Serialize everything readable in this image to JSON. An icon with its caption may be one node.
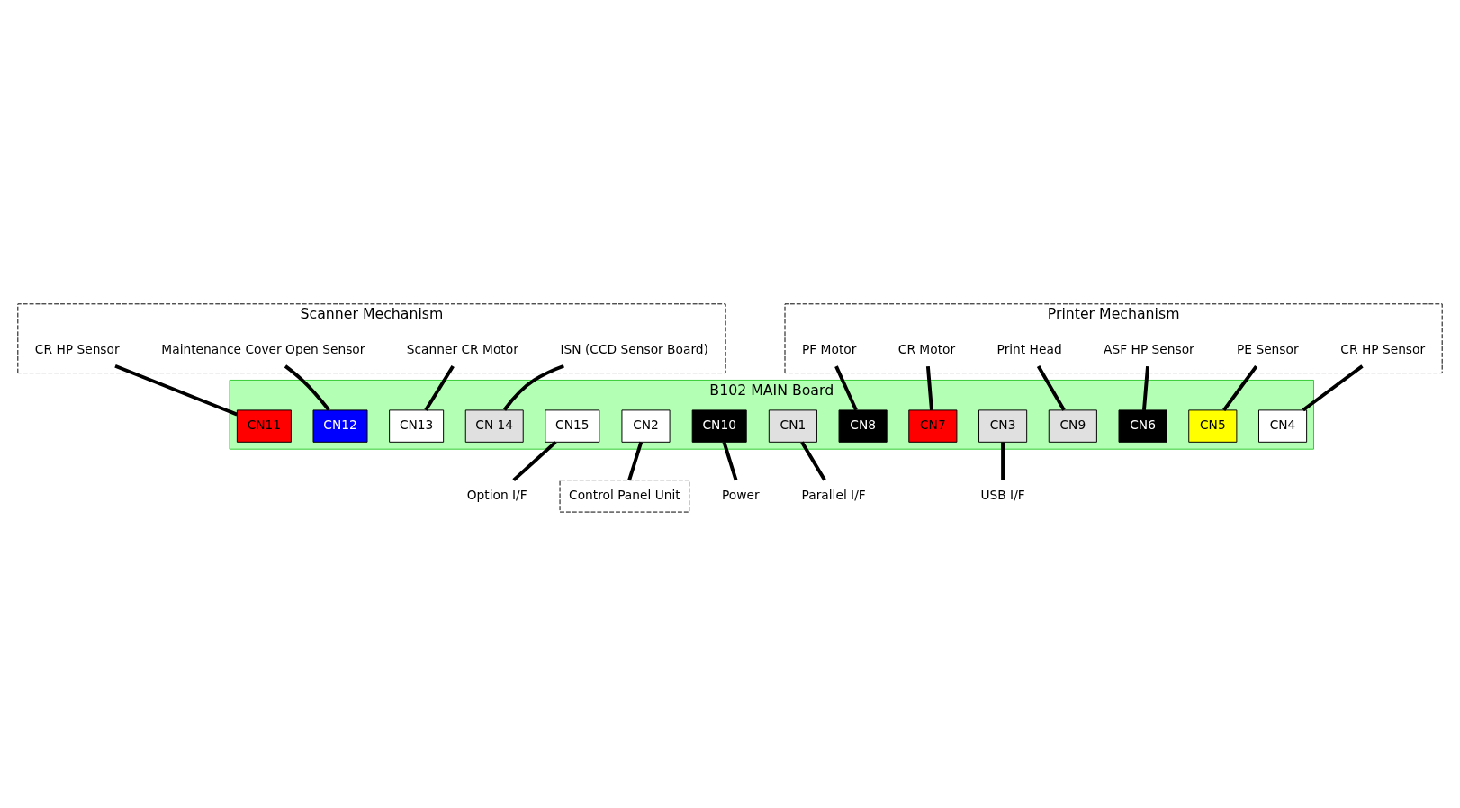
{
  "diagram": {
    "nodes": [
      {
        "text": [
          "Scanner Mechanism"
        ]
      },
      {
        "text": [
          "ISN (CCD Sensor Board)"
        ],
        "in": 0
      },
      {
        "text": [
          "Scanner CR Motor"
        ],
        "in": 0
      },
      {
        "text": [
          "Maintenance Cover Open Sensor"
        ],
        "in": 0
      },
      {
        "text": [
          "CR HP Sensor"
        ],
        "in": 0
      },
      {
        "text": [
          "Printer Mechanism"
        ]
      },
      {
        "text": [
          "CR HP Sensor"
        ],
        "in": 5
      },
      {
        "text": [
          "PE Sensor"
        ],
        "in": 5
      },
      {
        "text": [
          "ASF HP Sensor"
        ],
        "in": 5
      },
      {
        "text": [
          "Print Head"
        ],
        "in": 5
      },
      {
        "text": [
          "CR Motor"
        ],
        "in": 5
      },
      {
        "text": [
          "PF Motor"
        ],
        "in": 5
      },
      {
        "text": [
          "B102 MAIN Board"
        ]
      },
      {
        "text": [
          "CN 14"
        ],
        "in": 12
      },
      {
        "text": [
          "CN13"
        ],
        "in": 12
      },
      {
        "text": [
          "CN12"
        ],
        "in": 12
      },
      {
        "text": [
          "CN11"
        ],
        "in": 12
      },
      {
        "text": [
          "CN15"
        ],
        "in": 12
      },
      {
        "text": [
          "CN8"
        ],
        "in": 12
      },
      {
        "text": [
          "CN7"
        ],
        "in": 12
      },
      {
        "text": [
          "CN2"
        ],
        "in": 12
      },
      {
        "text": [
          "CN10"
        ],
        "in": 12
      },
      {
        "text": [
          "CN1"
        ],
        "in": 12
      },
      {
        "text": [
          "CN3"
        ],
        "in": 12
      },
      {
        "text": [
          "CN9"
        ],
        "in": 12
      },
      {
        "text": [
          "CN4"
        ],
        "in": 12
      },
      {
        "text": [
          "CN5"
        ],
        "in": 12
      },
      {
        "text": [
          "CN6"
        ],
        "in": 12
      },
      {
        "text": [
          "Option I/F"
        ]
      },
      {
        "text": [
          "Control Panel Unit"
        ]
      },
      {
        "text": [
          "Parallel I/F"
        ]
      },
      {
        "text": [
          "USB I/F"
        ]
      },
      {
        "text": [
          "Power"
        ]
      }
    ],
    "edges": [
      {
        "from": 1,
        "to": 13,
        "arrow": "none"
      },
      {
        "from": 2,
        "to": 14,
        "arrow": "none"
      },
      {
        "from": 3,
        "to": 15,
        "arrow": "none"
      },
      {
        "from": 4,
        "to": 16,
        "arrow": "none"
      },
      {
        "from": 6,
        "to": 25,
        "arrow": "none"
      },
      {
        "from": 7,
        "to": 26,
        "arrow": "none"
      },
      {
        "from": 8,
        "to": 27,
        "arrow": "none"
      },
      {
        "from": 9,
        "to": 24,
        "arrow": "none"
      },
      {
        "from": 10,
        "to": 19,
        "arrow": "none"
      },
      {
        "from": 11,
        "to": 18,
        "arrow": "none"
      },
      {
        "from": 17,
        "to": 28,
        "arrow": "none"
      },
      {
        "from": 20,
        "to": 29,
        "arrow": "none"
      },
      {
        "from": 22,
        "to": 30,
        "arrow": "none"
      },
      {
        "from": 21,
        "to": 32,
        "arrow": "none"
      },
      {
        "from": 23,
        "to": 31,
        "arrow": "none"
      }
    ]
  }
}
